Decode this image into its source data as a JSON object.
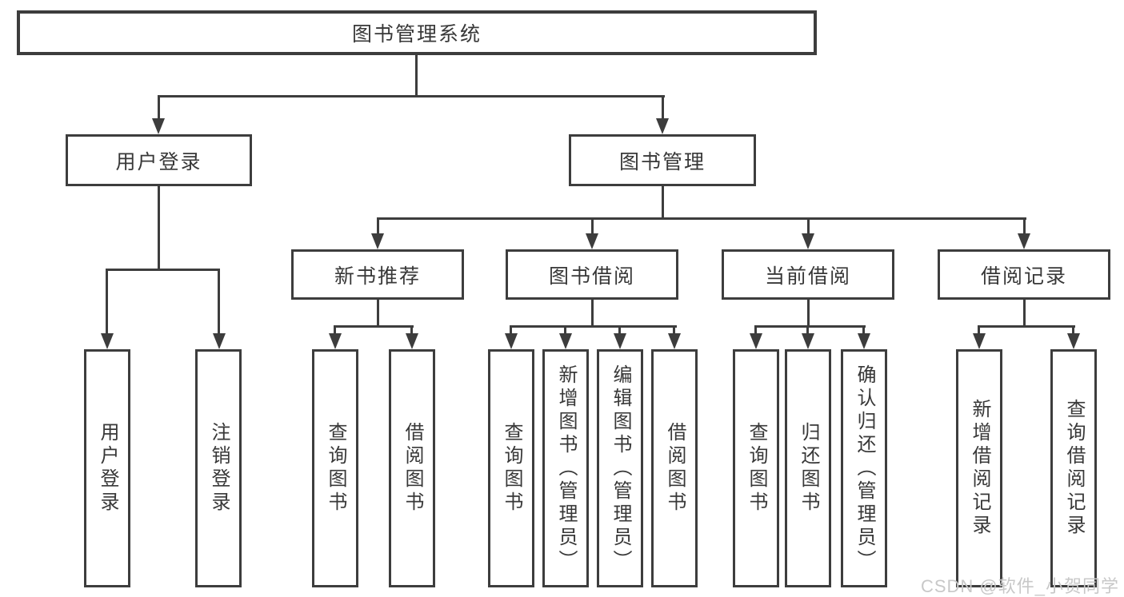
{
  "title": "图书管理系统",
  "tree": {
    "root": {
      "label": "图书管理系统"
    },
    "branches": [
      {
        "label": "用户登录",
        "children": [
          {
            "label": "用户登录"
          },
          {
            "label": "注销登录"
          }
        ]
      },
      {
        "label": "图书管理",
        "children": [
          {
            "label": "新书推荐",
            "children": [
              {
                "label": "查询图书"
              },
              {
                "label": "借阅图书"
              }
            ]
          },
          {
            "label": "图书借阅",
            "children": [
              {
                "label": "查询图书"
              },
              {
                "label": "新增图书（管理员）"
              },
              {
                "label": "编辑图书（管理员）"
              },
              {
                "label": "借阅图书"
              }
            ]
          },
          {
            "label": "当前借阅",
            "children": [
              {
                "label": "查询图书"
              },
              {
                "label": "归还图书"
              },
              {
                "label": "确认归还（管理员）"
              }
            ]
          },
          {
            "label": "借阅记录",
            "children": [
              {
                "label": "新增借阅记录"
              },
              {
                "label": "查询借阅记录"
              }
            ]
          }
        ]
      }
    ]
  },
  "watermark": {
    "text": "CSDN @软件_小贺同学"
  },
  "colors": {
    "line": "#3d3d3d",
    "text": "#383838",
    "watermark": "#c8c8c8",
    "background": "#ffffff"
  }
}
